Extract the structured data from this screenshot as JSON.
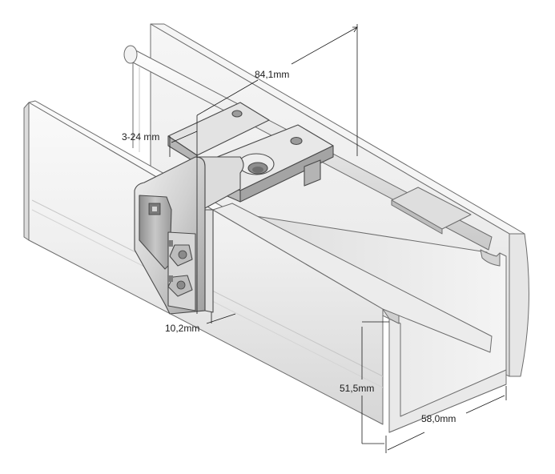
{
  "diagram": {
    "dimensions": {
      "clamp_width": "84,1mm",
      "clamp_range": "3-24 mm",
      "gap": "10,2mm",
      "rail_height": "51,5mm",
      "rail_width": "58,0mm"
    },
    "colors": {
      "rail_light": "#f2f2f2",
      "rail_mid": "#dedede",
      "rail_shadow": "#c4c4c4",
      "clip_metal": "#a9a9a9",
      "outline": "#6d6d6d"
    }
  }
}
